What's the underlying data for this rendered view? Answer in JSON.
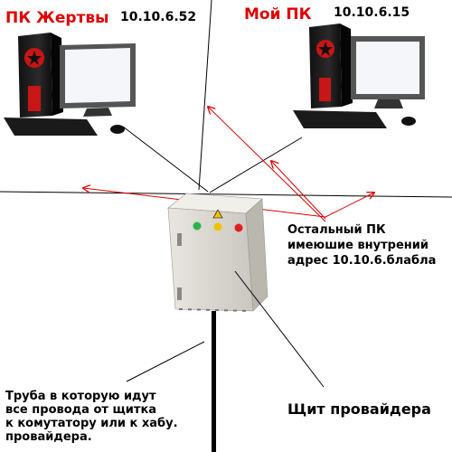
{
  "victim_pc": {
    "title": "ПК Жертвы",
    "ip": "10.10.6.52"
  },
  "my_pc": {
    "title": "Мой ПК",
    "ip": "10.10.6.15"
  },
  "others_note": [
    "Остальный ПК",
    "имеюшие внутрений",
    "адрес 10.10.6.блабла"
  ],
  "pipe_note": [
    "Труба в которую идут",
    "все провода от щитка",
    "к комутатору или к хабу.",
    "провайдера."
  ],
  "panel_label": "Щит провайдера",
  "colors": {
    "title": "#e00000",
    "arrow": "#e00000",
    "line": "#000000",
    "panel_body": "#dcdad2",
    "lamp_green": "#2fb34a",
    "lamp_yellow": "#f2c200",
    "lamp_red": "#e02020"
  },
  "icons": [
    "computer-tower-icon",
    "monitor-icon",
    "keyboard-icon",
    "mouse-icon",
    "electrical-panel-icon",
    "warning-triangle-icon"
  ]
}
